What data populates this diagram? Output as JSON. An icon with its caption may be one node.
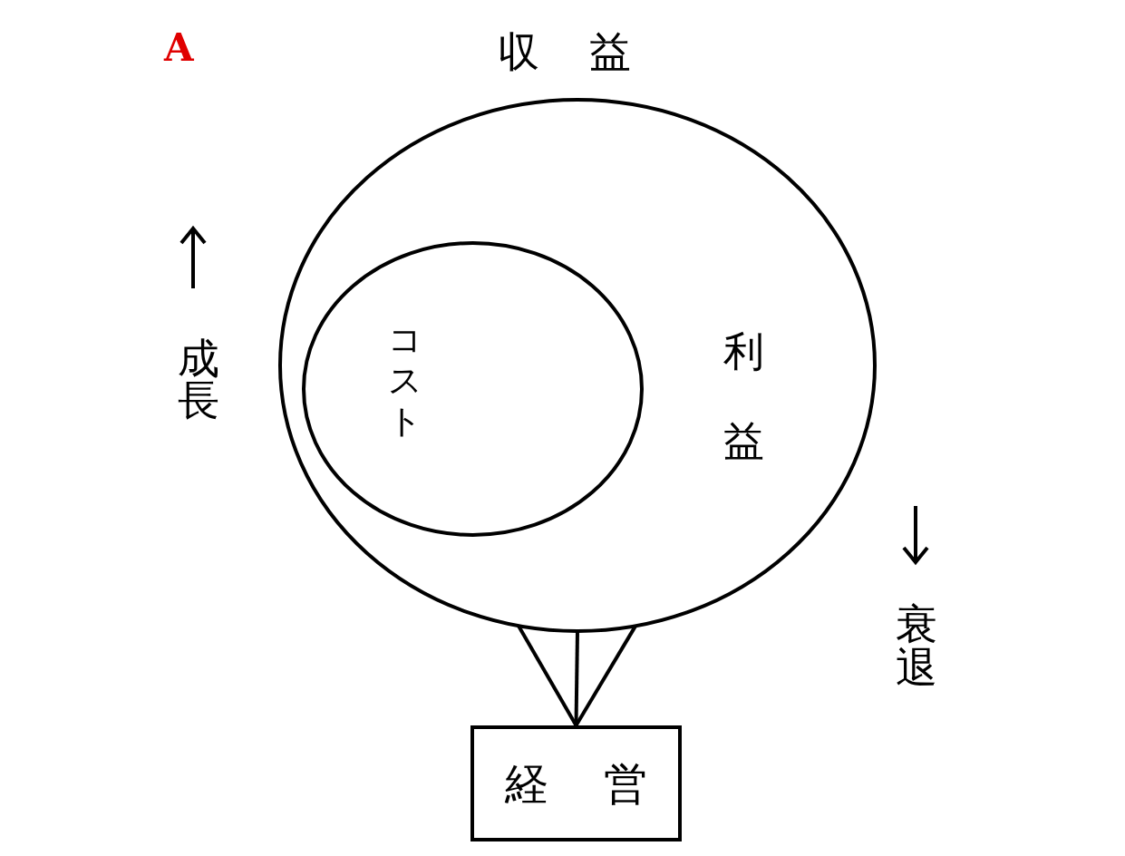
{
  "diagram": {
    "nodes": [
      {
        "text": [
          "収 益",
          "利益"
        ]
      },
      {
        "text": [
          "コスト"
        ],
        "in": 0
      },
      {
        "text": [
          "経 営"
        ]
      }
    ],
    "edges": [
      {
        "from": 2,
        "to": 0,
        "arrow": "none"
      },
      {
        "from": 2,
        "to": 0,
        "arrow": "none"
      },
      {
        "from": 2,
        "to": 0,
        "arrow": "none"
      }
    ],
    "labels": [
      "A",
      "成長",
      "衰退"
    ]
  }
}
